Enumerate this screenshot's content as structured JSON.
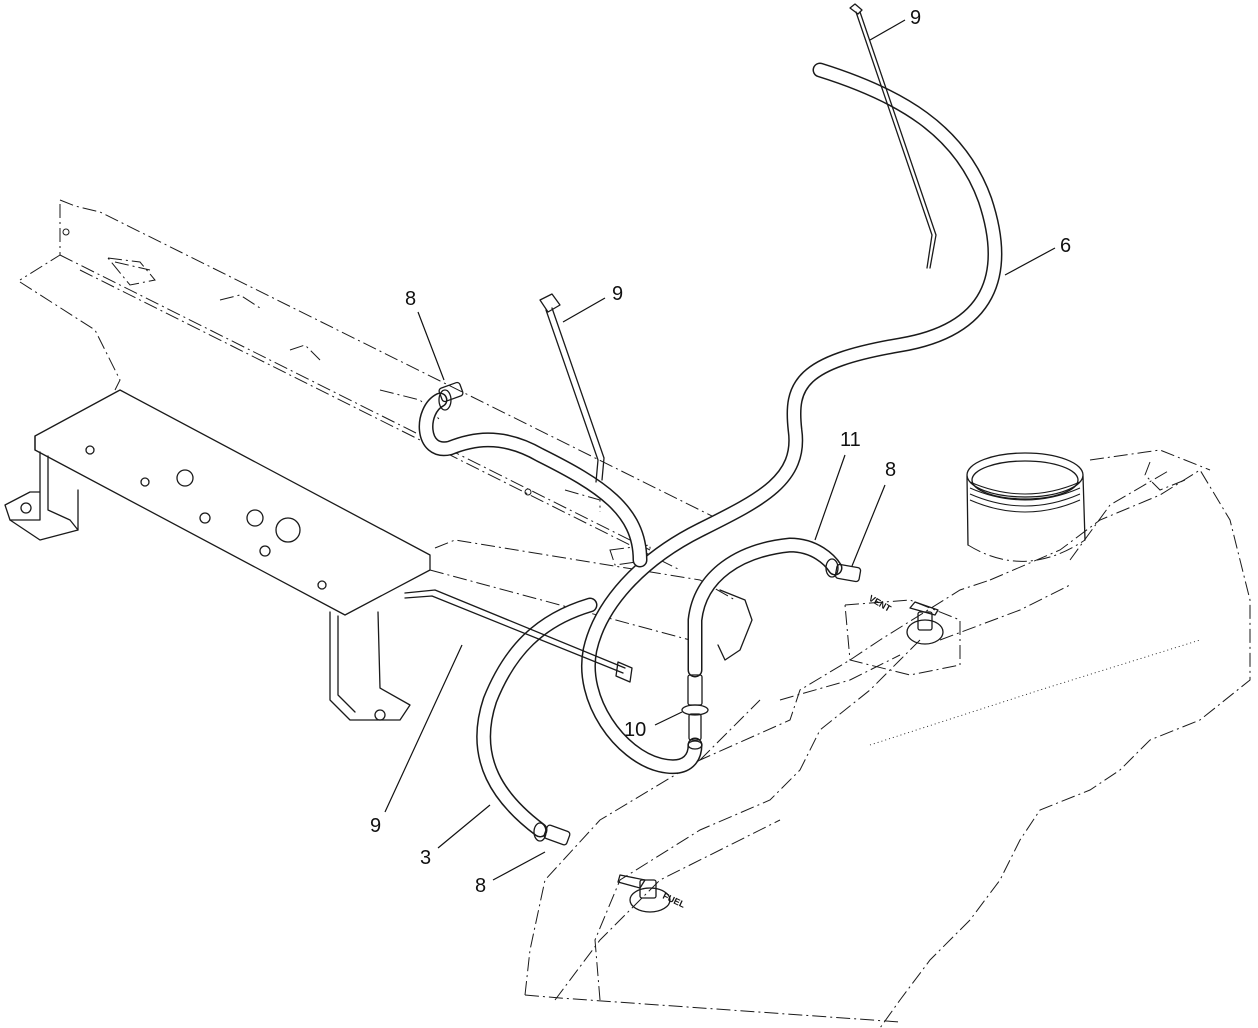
{
  "callouts": [
    {
      "id": "9-top",
      "label": "9"
    },
    {
      "id": "6",
      "label": "6"
    },
    {
      "id": "9-mid",
      "label": "9"
    },
    {
      "id": "8-left",
      "label": "8"
    },
    {
      "id": "11",
      "label": "11"
    },
    {
      "id": "8-right",
      "label": "8"
    },
    {
      "id": "10",
      "label": "10"
    },
    {
      "id": "9-bottom",
      "label": "9"
    },
    {
      "id": "3",
      "label": "3"
    },
    {
      "id": "8-bottom",
      "label": "8"
    }
  ],
  "decals": {
    "vent": "VENT",
    "fuel": "FUEL"
  }
}
